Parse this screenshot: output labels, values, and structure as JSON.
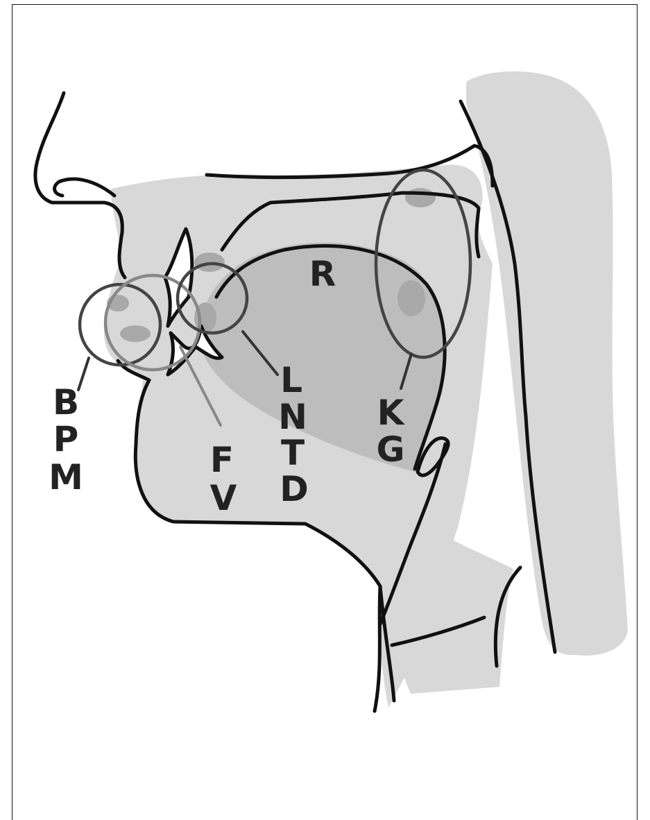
{
  "labels": {
    "bilabial_1": "B",
    "bilabial_2": "P",
    "bilabial_3": "M",
    "labiodental_1": "F",
    "labiodental_2": "V",
    "alveolar_1": "L",
    "alveolar_2": "N",
    "alveolar_3": "T",
    "alveolar_4": "D",
    "palatal": "R",
    "velar_1": "K",
    "velar_2": "G"
  },
  "colors": {
    "outline": "#111111",
    "head_fill": "#d8d8d8",
    "tongue_fill": "#bdbdbd",
    "contact_shade": "#a9a9a9",
    "ring_dark": "#444444",
    "ring_light": "#888888"
  }
}
